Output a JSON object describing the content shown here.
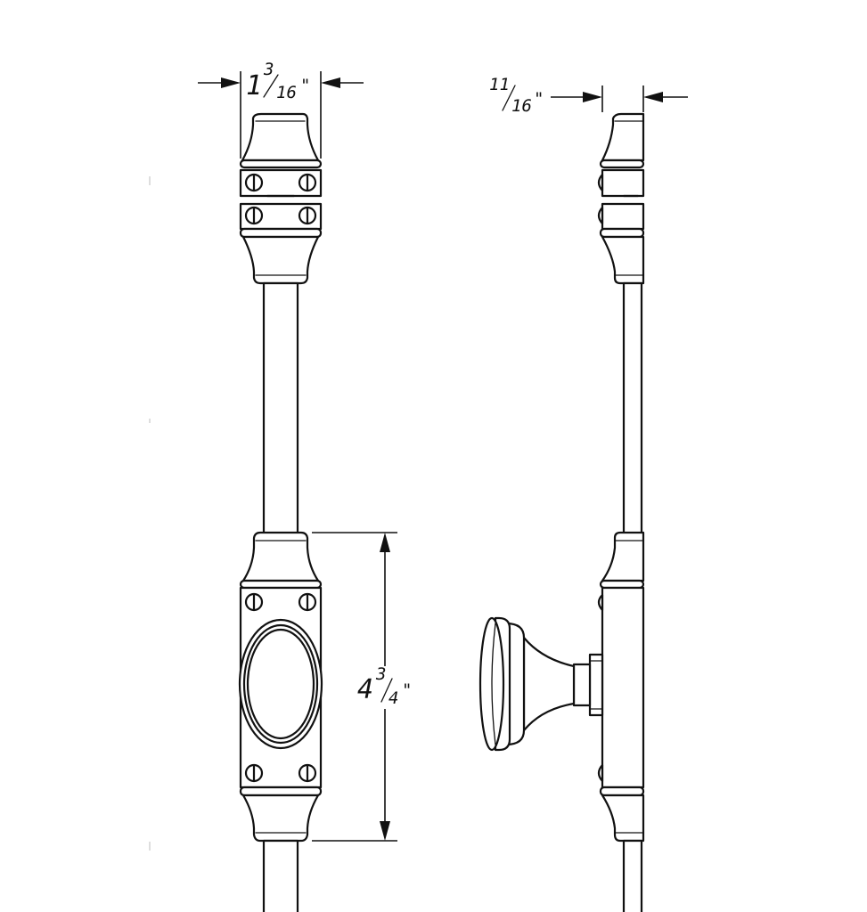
{
  "dimensions": {
    "front_width": {
      "whole": "1",
      "numerator": "3",
      "denominator": "16",
      "unit_mark": "\""
    },
    "side_width": {
      "numerator": "11",
      "denominator": "16",
      "unit_mark": "\""
    },
    "lock_height": {
      "whole": "4",
      "numerator": "3",
      "denominator": "4",
      "unit_mark": "\""
    }
  },
  "colors": {
    "line": "#111111",
    "background": "#ffffff"
  }
}
